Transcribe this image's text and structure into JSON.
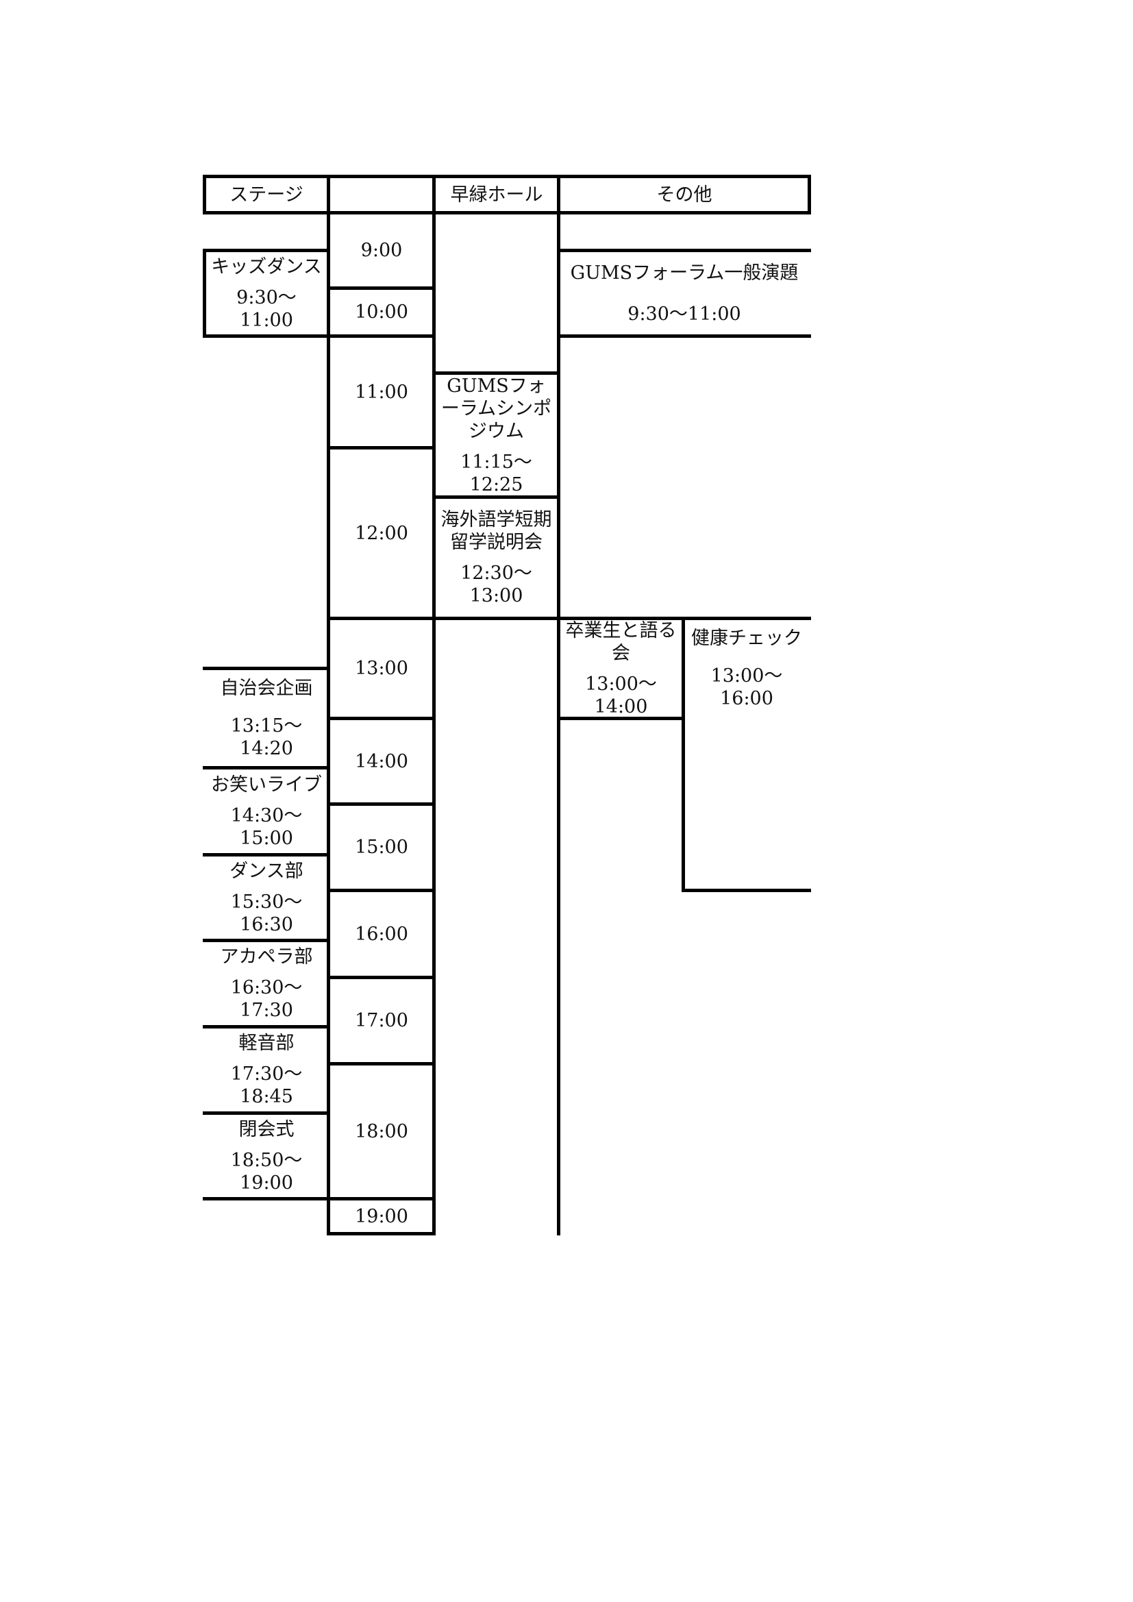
{
  "header": {
    "stage": "ステージ",
    "time": "",
    "hall": "早緑ホール",
    "other": "その他"
  },
  "times": [
    "9:00",
    "10:00",
    "11:00",
    "12:00",
    "13:00",
    "14:00",
    "15:00",
    "16:00",
    "17:00",
    "18:00",
    "19:00"
  ],
  "stage": [
    {
      "name": "キッズダンス",
      "time": "9:30〜 11:00"
    },
    {
      "name": "自治会企画",
      "time": "13:15〜14:20"
    },
    {
      "name": "お笑いライブ",
      "time": "14:30〜15:00"
    },
    {
      "name": "ダンス部",
      "time": "15:30〜16:30"
    },
    {
      "name": "アカペラ部",
      "time": "16:30〜17:30"
    },
    {
      "name": "軽音部",
      "time": "17:30〜18:45"
    },
    {
      "name": "閉会式",
      "time": "18:50〜19:00"
    }
  ],
  "hall": [
    {
      "name": "GUMSフォーラムシンポジウム",
      "time": "11:15〜12:25"
    },
    {
      "name": "海外語学短期留学説明会",
      "time": "12:30〜13:00"
    }
  ],
  "other": [
    {
      "name": "GUMSフォーラム一般演題",
      "time": "9:30〜11:00"
    },
    {
      "name": "卒業生と語る会",
      "time": "13:00〜14:00"
    },
    {
      "name": "健康チェック",
      "time": "13:00〜16:00"
    }
  ]
}
